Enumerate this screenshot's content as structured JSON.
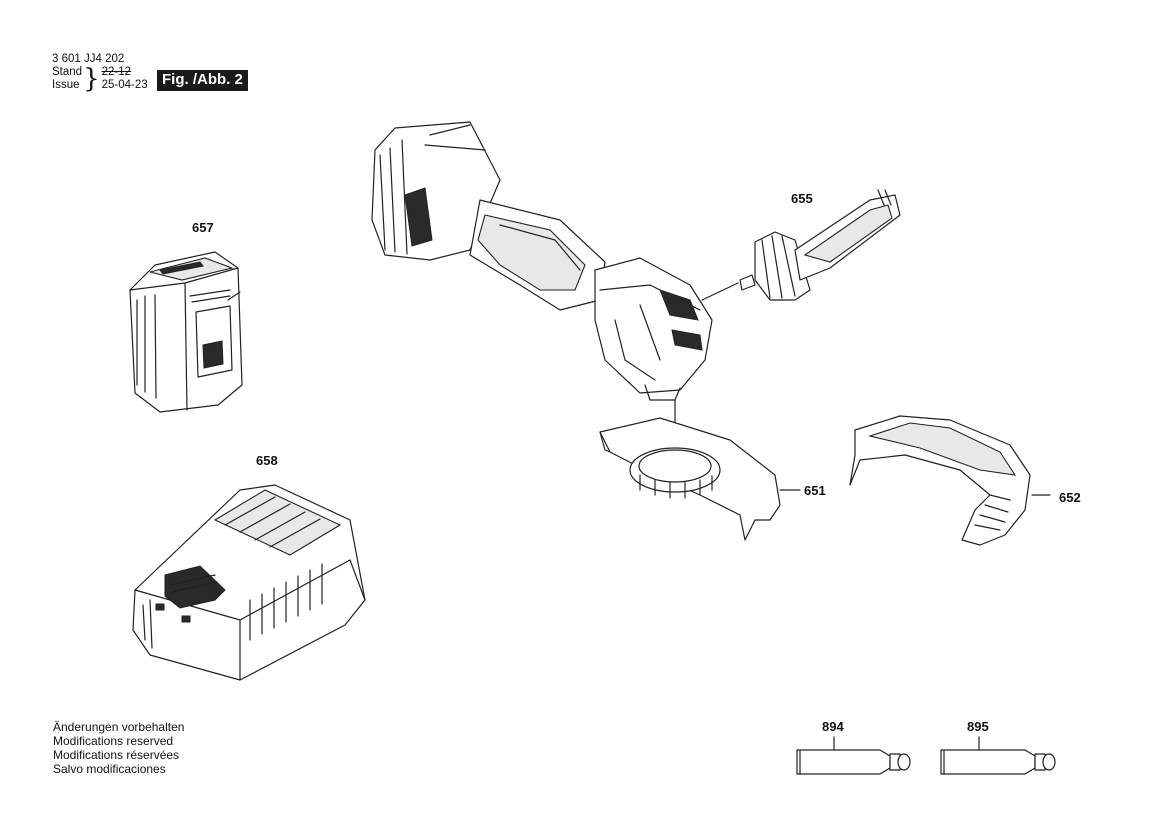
{
  "header": {
    "part_code": "3 601 JJ4 202",
    "stand_label": "Stand",
    "issue_label": "Issue",
    "stand_value": "22-12",
    "issue_value": "25-04-23",
    "figure_label": "Fig. /Abb. 2"
  },
  "parts": {
    "p651": "651",
    "p652": "652",
    "p655": "655",
    "p657": "657",
    "p658": "658",
    "p894": "894",
    "p895": "895"
  },
  "disclaimer": [
    "Änderungen vorbehalten",
    "Modifications reserved",
    "Modifications réservées",
    "Salvo modificaciones"
  ]
}
